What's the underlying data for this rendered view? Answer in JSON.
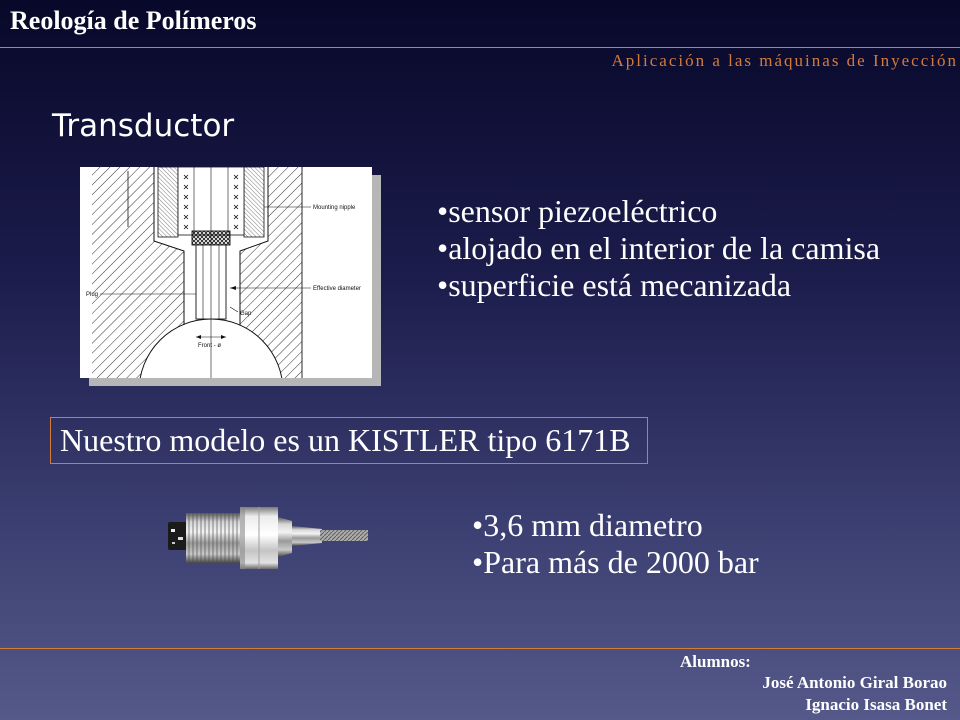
{
  "header": {
    "course_title": "Reología de Polímeros",
    "subtitle": "Aplicación a las máquinas de Inyección"
  },
  "slide": {
    "title": "Transductor",
    "bullet_char": "•",
    "features": [
      "sensor piezoeléctrico",
      "alojado en el interior de la camisa",
      "superficie está mecanizada"
    ],
    "model_box": "Nuestro modelo es un KISTLER tipo 6171B",
    "specs": [
      "3,6 mm diametro",
      "Para más de 2000 bar"
    ]
  },
  "diagram": {
    "labels": {
      "mounting_nipple": "Mounting nipple",
      "effective_diameter": "Effective diameter",
      "plug": "Plug",
      "gap": "Gap",
      "front": "Front - ø"
    }
  },
  "footer": {
    "students_label": "Alumnos:",
    "students": [
      "José Antonio Giral Borao",
      "Ignacio Isasa Bonet"
    ]
  },
  "colors": {
    "accent": "#d47b3a",
    "text": "#ffffff",
    "background_top": "#08082a",
    "background_bottom": "#55598a"
  }
}
